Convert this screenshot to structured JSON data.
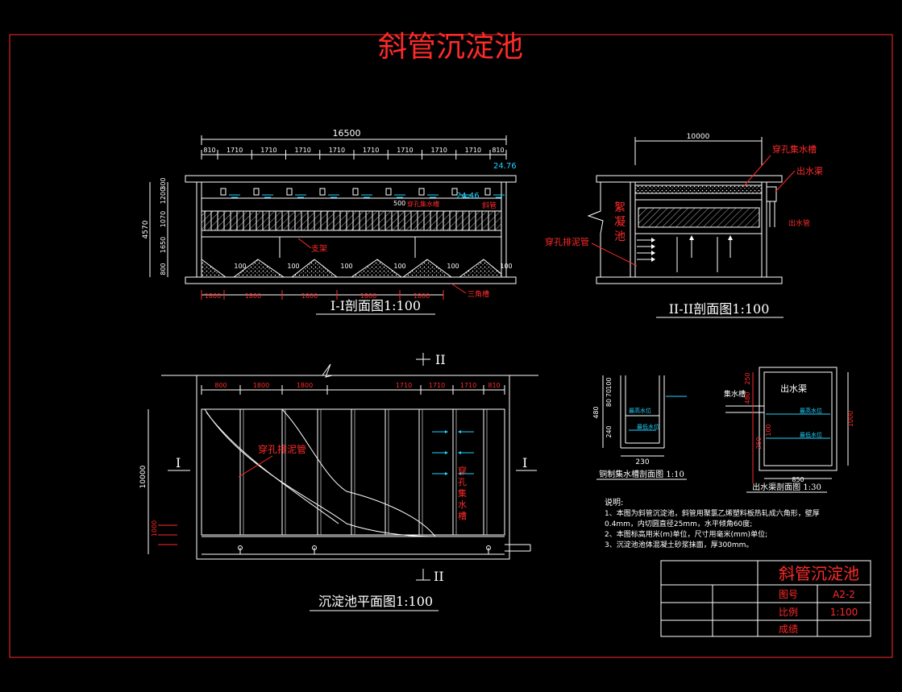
{
  "title": "斜管沉淀池",
  "section1": {
    "caption": "I-I剖面图1:100",
    "total_width": "16500",
    "top_dims": [
      "810",
      "1710",
      "1710",
      "1710",
      "1710",
      "1710",
      "1710",
      "1710",
      "1710",
      "810"
    ],
    "left_dims": [
      "4570",
      "300",
      "1200",
      "1070",
      "1650",
      "800"
    ],
    "elev_top": "24.76",
    "elev_water": "24.46",
    "label_500": "500",
    "label_perf_trough": "穿孔集水槽",
    "label_incline": "斜管",
    "label_support": "支架",
    "hopper_dims": [
      "100",
      "100",
      "100",
      "100",
      "100",
      "100"
    ],
    "bottom_dims": [
      "1800",
      "1800",
      "1800",
      "1800",
      "1800"
    ],
    "label_triangle": "三角槽"
  },
  "section2": {
    "caption": "II-II剖面图1:100",
    "width": "10000",
    "label_perf_trough": "穿孔集水槽",
    "label_outlet_channel": "出水渠",
    "label_outlet_pipe": "出水管",
    "label_sludge_pipe": "穿孔排泥管",
    "label_flocculation": "絮凝池"
  },
  "plan": {
    "caption": "沉淀池平面图1:100",
    "marker_top": "II",
    "marker_bottom": "II",
    "marker_left": "I",
    "marker_right": "I",
    "top_dims_left": [
      "800",
      "1800",
      "1800"
    ],
    "top_dims_right": [
      "1710",
      "1710",
      "1710",
      "810"
    ],
    "left_dim": "10000",
    "left_dim_small": "1000",
    "label_sludge_pipe": "穿孔排泥管",
    "label_perf_trough": "穿孔集水槽"
  },
  "detail_trough": {
    "caption": "铜制集水槽剖面图 1:10",
    "width": "230",
    "dims_left": [
      "100",
      "70",
      "80",
      "480",
      "240"
    ],
    "label_max": "最高水位",
    "label_min": "最低水位"
  },
  "detail_channel": {
    "caption": "出水渠剖面图 1:30",
    "label_channel": "出水渠",
    "label_trough": "集水槽",
    "label_max": "最高水位",
    "label_min": "最低水位",
    "dims_left": [
      "250",
      "480",
      "100",
      "250"
    ],
    "dim_right": "1000",
    "width": "850"
  },
  "notes": {
    "heading": "说明:",
    "lines": [
      "1、本图为斜管沉淀池，斜管用聚氯乙烯塑料板热轧成六角形，壁厚",
      "0.4mm，内切圆直径25mm，水平倾角60度;",
      "2、本图标高用米(m)单位，尺寸用毫米(mm)单位;",
      "3、沉淀池池体混凝土砂浆抹面，厚300mm。"
    ]
  },
  "title_block": {
    "title": "斜管沉淀池",
    "rows": [
      {
        "label": "图号",
        "value": "A2-2"
      },
      {
        "label": "比例",
        "value": "1:100"
      },
      {
        "label": "成绩",
        "value": ""
      }
    ]
  },
  "colors": {
    "background": "#000000",
    "red": "#ff2a2a",
    "white": "#ffffff",
    "cyan": "#22d3ff"
  }
}
